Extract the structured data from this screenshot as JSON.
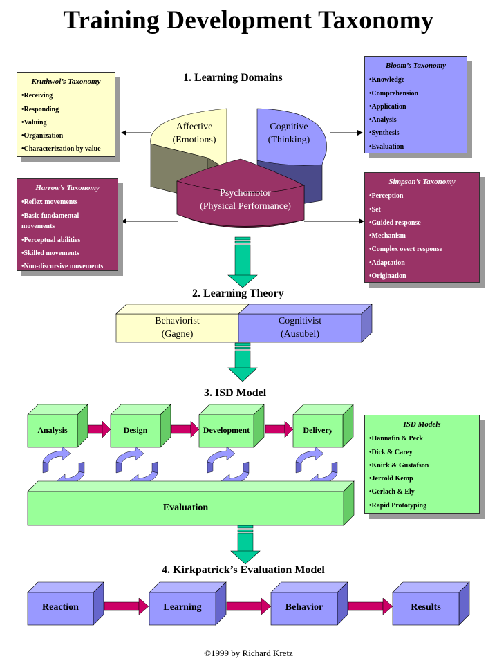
{
  "title": "Training Development Taxonomy",
  "sections": {
    "s1": "1. Learning Domains",
    "s2": "2. Learning Theory",
    "s3": "3. ISD Model",
    "s4": "4. Kirkpatrick’s Evaluation Model"
  },
  "domains": {
    "affective": [
      "Affective",
      "(Emotions)"
    ],
    "cognitive": [
      "Cognitive",
      "(Thinking)"
    ],
    "psychomotor": [
      "Psychomotor",
      "(Physical Performance)"
    ]
  },
  "taxonomies": {
    "krathwohl": {
      "title": "Kruthwol’s Taxonomy",
      "items": [
        "Receiving",
        "Responding",
        "Valuing",
        "Organization",
        "Characterization by value"
      ]
    },
    "bloom": {
      "title": "Bloom’s Taxonomy",
      "items": [
        "Knowledge",
        "Comprehension",
        "Application",
        "Analysis",
        "Synthesis",
        "Evaluation"
      ]
    },
    "harrow": {
      "title": "Harrow’s Taxonomy",
      "items": [
        "Reflex movements",
        "Basic fundamental movements",
        "Perceptual abilities",
        "Skilled movements",
        "Non-discursive movements"
      ]
    },
    "simpson": {
      "title": "Simpson’s Taxonomy",
      "items": [
        "Perception",
        "Set",
        "Guided response",
        "Mechanism",
        "Complex overt response",
        "Adaptation",
        "Origination"
      ]
    },
    "isd_models": {
      "title": "ISD Models",
      "items": [
        "Hannafin & Peck",
        "Dick & Carey",
        "Knirk & Gustafson",
        "Jerrold Kemp",
        "Gerlach & Ely",
        "Rapid Prototyping"
      ]
    }
  },
  "theory": {
    "behaviorist": [
      "Behaviorist",
      "(Gagne)"
    ],
    "cognitivist": [
      "Cognitivist",
      "(Ausubel)"
    ]
  },
  "isd_steps": [
    "Analysis",
    "Design",
    "Development",
    "Delivery"
  ],
  "isd_evaluation": "Evaluation",
  "kirkpatrick_levels": [
    "Reaction",
    "Learning",
    "Behavior",
    "Results"
  ],
  "copyright": "©1999 by Richard Kretz",
  "colors": {
    "yellow": "#ffffcc",
    "blue": "#9999ff",
    "maroon": "#993366",
    "green": "#99ff99",
    "teal_arrow": "#00cc99",
    "crimson_arrow": "#cc0066"
  }
}
